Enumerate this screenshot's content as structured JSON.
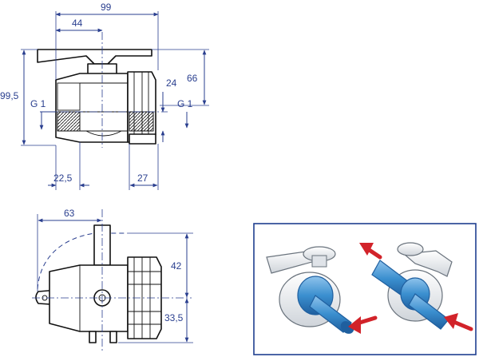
{
  "top_view": {
    "dim_overall_length": "99",
    "dim_to_handle_axis": "44",
    "dim_total_height": "99,5",
    "dim_axis_height": "66",
    "dim_axis_offset": "24",
    "thread_left": "G 1",
    "thread_right": "G 1",
    "dim_left_socket": "22,5",
    "dim_right_socket": "27"
  },
  "side_view": {
    "dim_handle_radius": "63",
    "dim_upper_height": "42",
    "dim_lower_height": "33,5"
  },
  "install_panel": {
    "arrow_color": "#d2232a",
    "pipe_color": "#3b8fcf",
    "border_color": "#1f3f8f"
  }
}
